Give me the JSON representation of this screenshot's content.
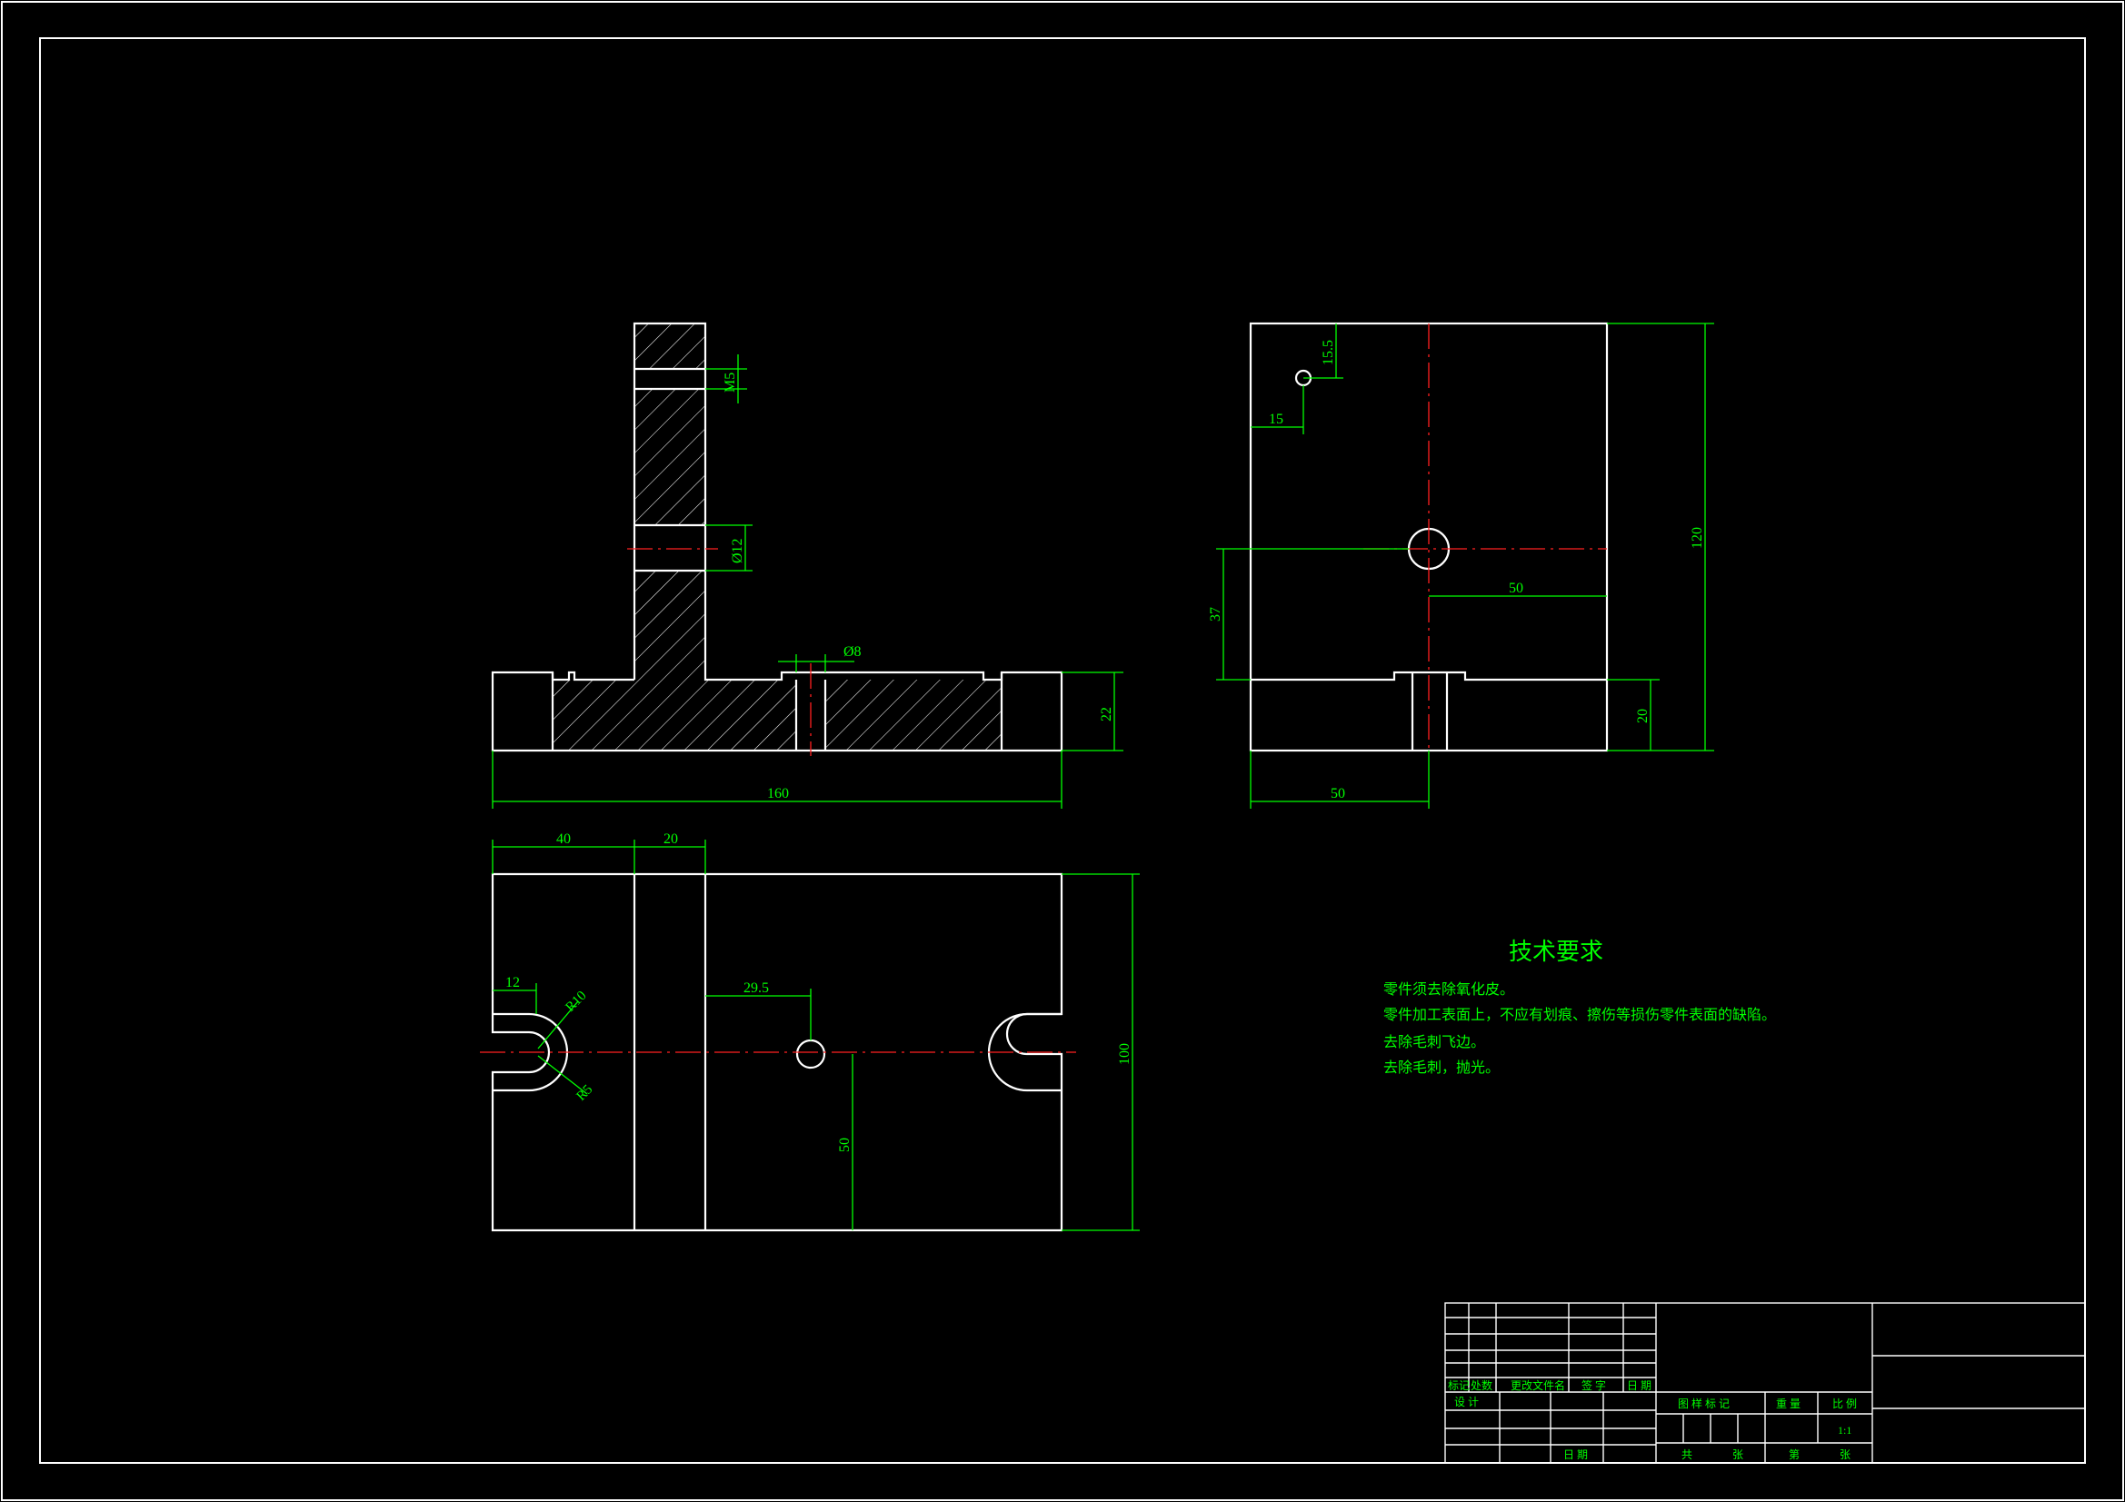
{
  "dimensions": {
    "m5": "M5",
    "d12": "Ø12",
    "d8": "Ø8",
    "h22": "22",
    "w160": "160",
    "top15_5": "15.5",
    "left15": "15",
    "h37": "37",
    "w50_right": "50",
    "h120": "120",
    "h20": "20",
    "w50_bottom": "50",
    "w40": "40",
    "w20": "20",
    "w12": "12",
    "r10": "R10",
    "r5": "R5",
    "w29_5": "29.5",
    "h50": "50",
    "h100": "100"
  },
  "tech_requirements": {
    "title": "技术要求",
    "lines": [
      "零件须去除氧化皮。",
      "零件加工表面上，不应有划痕、擦伤等损伤零件表面的缺陷。",
      "去除毛刺飞边。",
      "去除毛刺，抛光。"
    ]
  },
  "title_block": {
    "biaoji": "标记",
    "chushu": "处数",
    "gengai": "更改文件名",
    "qianzi": "签 字",
    "riqi": "日 期",
    "sheji": "设 计",
    "tuyang": "图 样 标 记",
    "zhongliang": "重 量",
    "bili": "比 例",
    "scale": "1:1",
    "riqi2": "日 期",
    "gong": "共",
    "zhang1": "张",
    "di": "第",
    "zhang2": "张"
  },
  "colors": {
    "outline": "#ffffff",
    "dimension": "#00ff00",
    "centerline": "#ff2020",
    "background": "#000000"
  }
}
